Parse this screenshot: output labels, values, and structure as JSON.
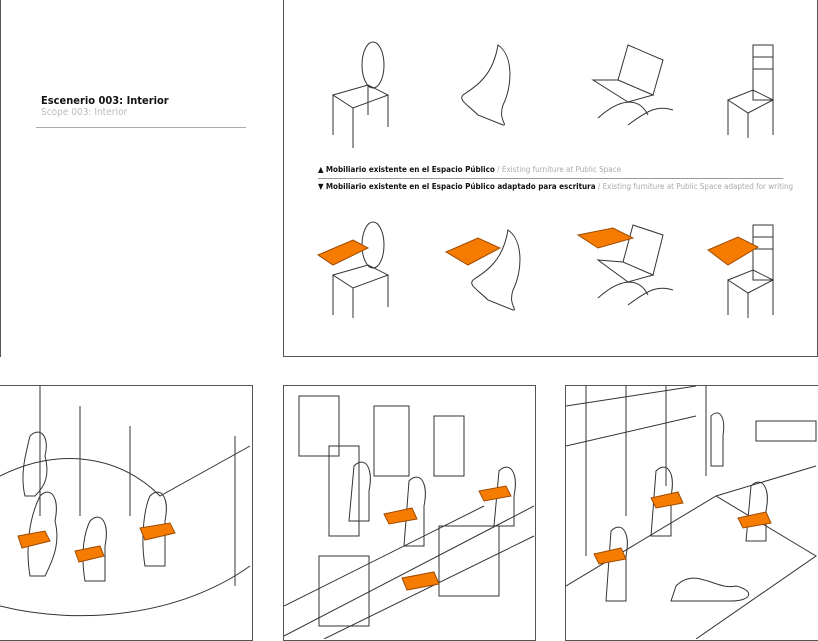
{
  "header": {
    "title": "Escenerio 003: Interior",
    "subtitle": "Scope 003: Interior"
  },
  "legend": [
    {
      "marker": "triangle-up",
      "es": "Mobiliario existente en el Espacio Público",
      "sep": " / ",
      "en": "Existing furniture at Public Space"
    },
    {
      "marker": "triangle-down",
      "es": "Mobiliario existente en el Espacio Público adaptado para escritura",
      "sep": " / ",
      "en": "Existing furniture at Public Space adapted for writing"
    }
  ],
  "colors": {
    "accent": "#f57c00",
    "line": "#333333"
  }
}
